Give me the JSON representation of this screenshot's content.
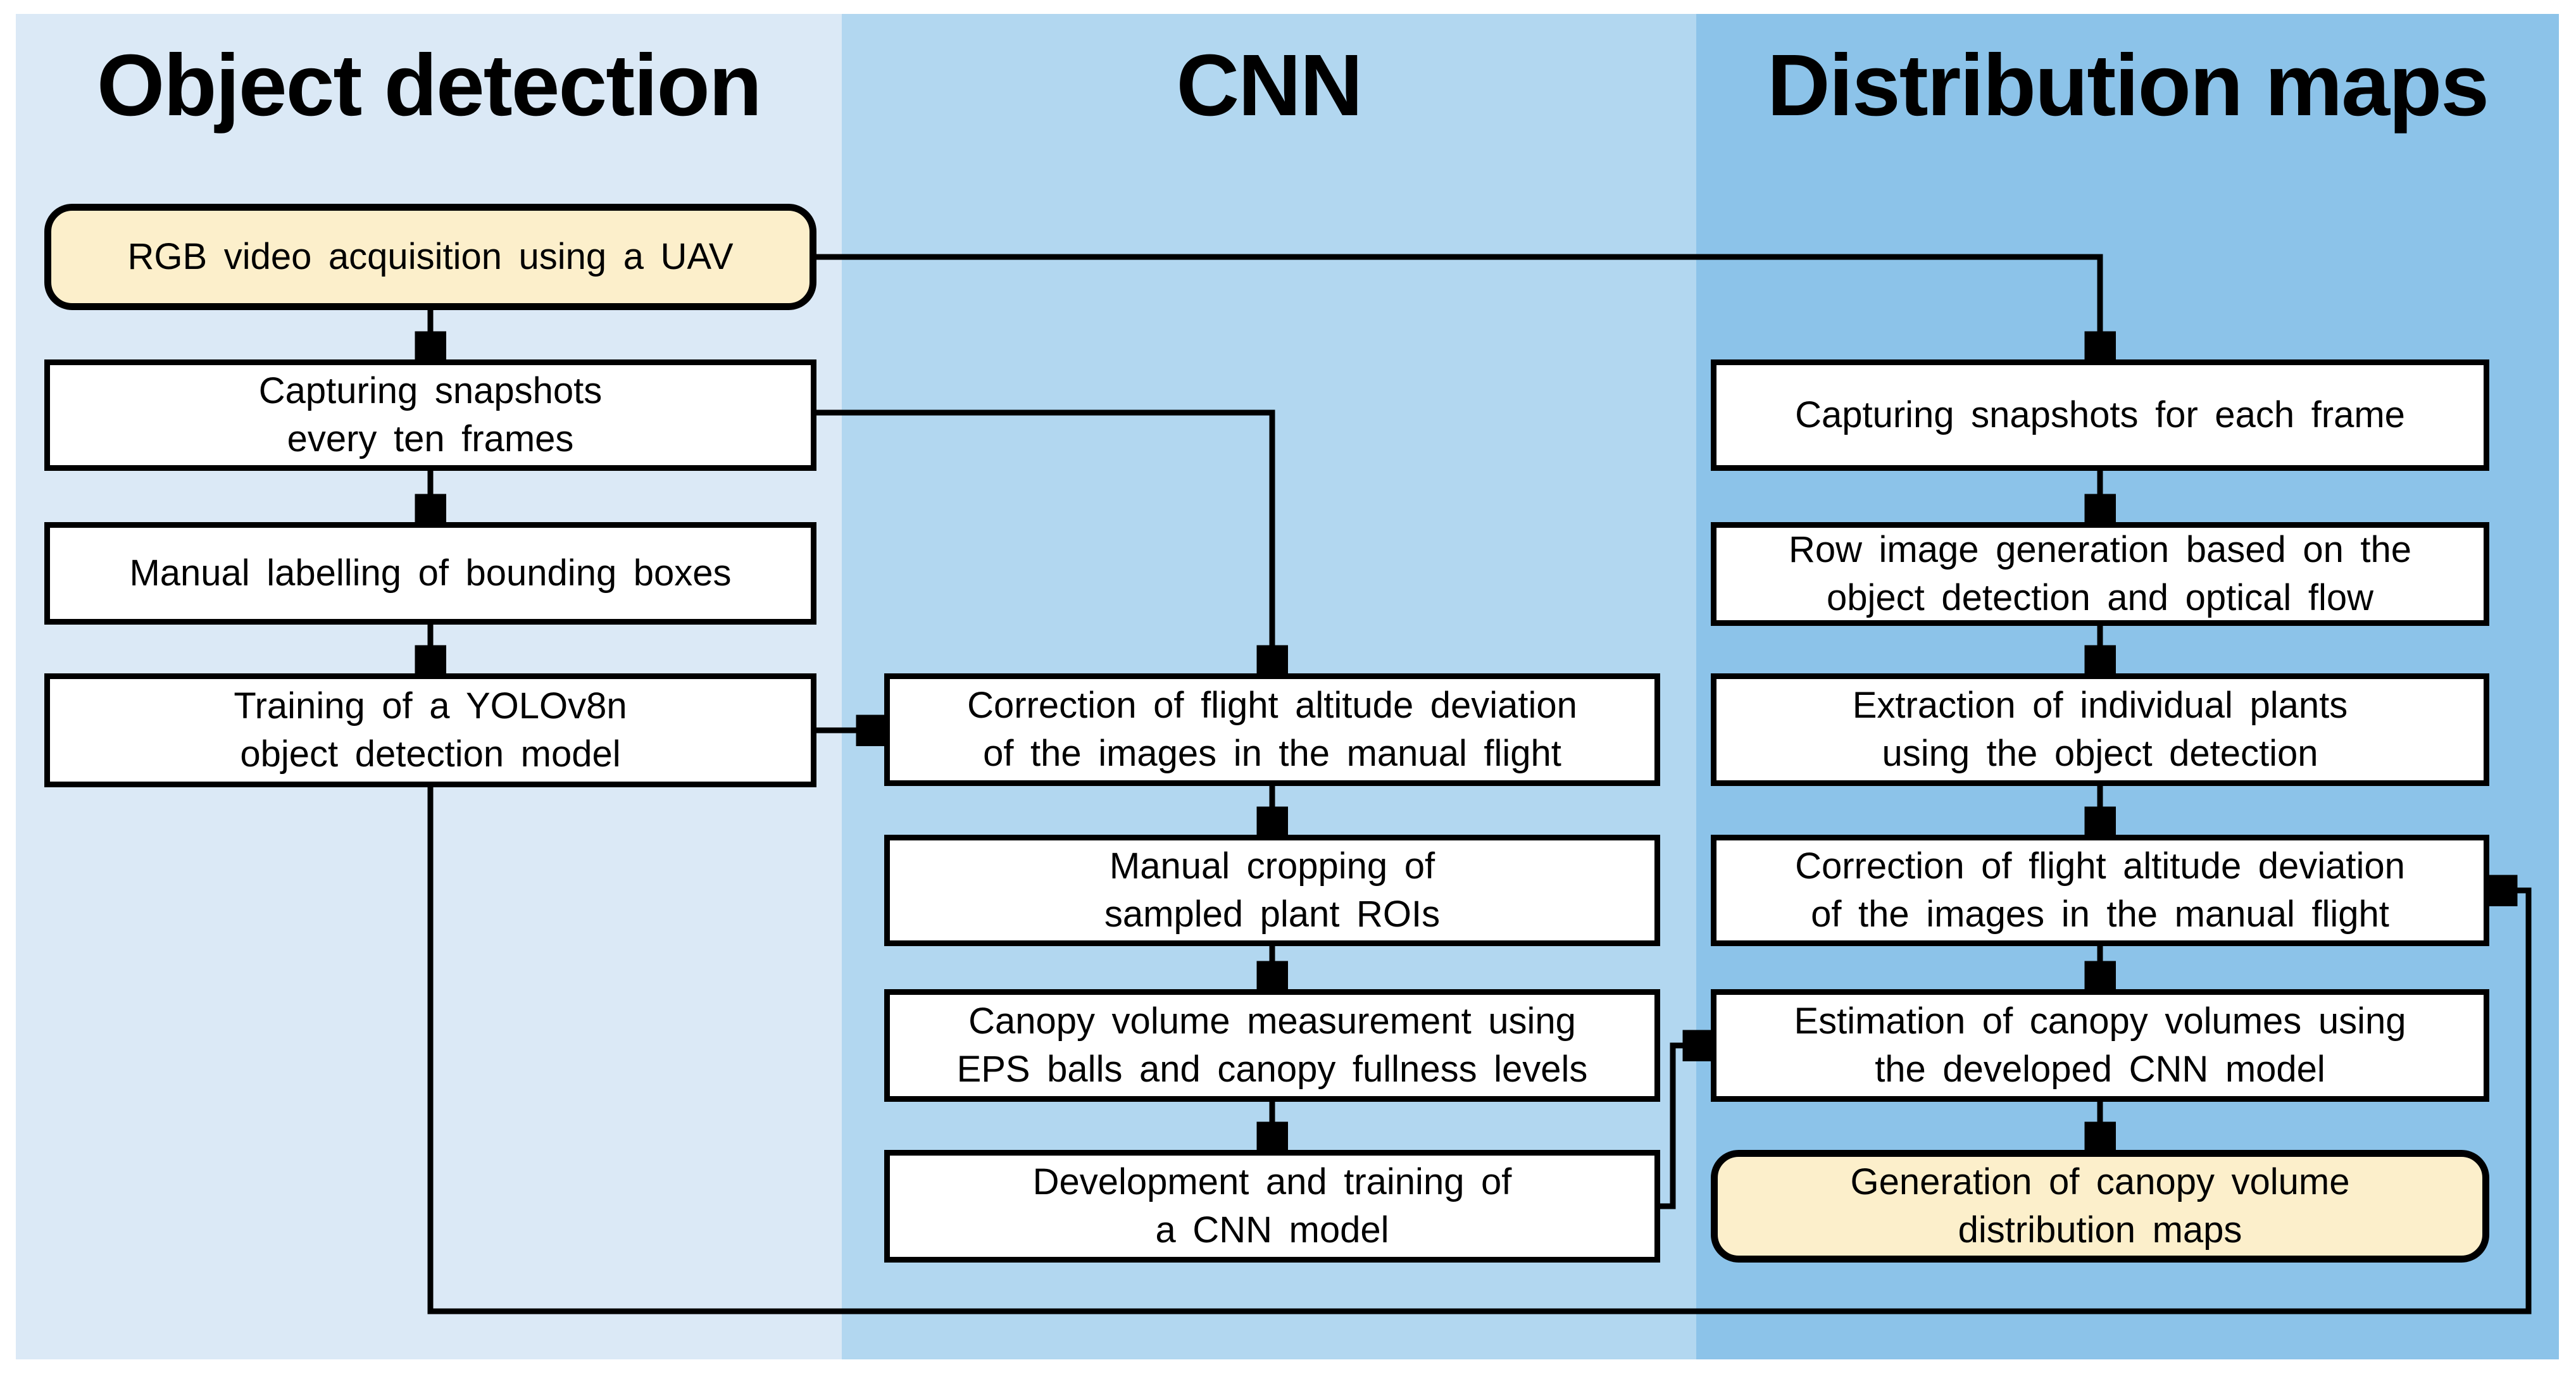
{
  "columns": [
    {
      "header": "Object detection",
      "nodes": [
        {
          "id": "rgb-video-acquisition",
          "type": "terminal",
          "lines": [
            "RGB video acquisition using a UAV"
          ]
        },
        {
          "id": "capturing-snapshots-ten-frames",
          "type": "process",
          "lines": [
            "Capturing snapshots",
            "every ten frames"
          ]
        },
        {
          "id": "manual-labelling",
          "type": "process",
          "lines": [
            "Manual labelling of bounding boxes"
          ]
        },
        {
          "id": "training-yolov8n",
          "type": "process",
          "lines": [
            "Training of a YOLOv8n",
            "object detection model"
          ]
        }
      ]
    },
    {
      "header": "CNN",
      "nodes": [
        {
          "id": "correction-altitude-manual",
          "type": "process",
          "lines": [
            "Correction of flight altitude deviation",
            "of the images in the manual flight"
          ]
        },
        {
          "id": "manual-cropping-rois",
          "type": "process",
          "lines": [
            "Manual cropping of",
            "sampled plant ROIs"
          ]
        },
        {
          "id": "canopy-volume-measurement",
          "type": "process",
          "lines": [
            "Canopy volume measurement using",
            "EPS balls and canopy fullness levels"
          ]
        },
        {
          "id": "development-training-cnn",
          "type": "process",
          "lines": [
            "Development and training of",
            "a CNN model"
          ]
        }
      ]
    },
    {
      "header": "Distribution maps",
      "nodes": [
        {
          "id": "capturing-snapshots-each-frame",
          "type": "process",
          "lines": [
            "Capturing snapshots for each frame"
          ]
        },
        {
          "id": "row-image-generation",
          "type": "process",
          "lines": [
            "Row image generation based on the",
            "object detection and optical flow"
          ]
        },
        {
          "id": "extraction-individual-plants",
          "type": "process",
          "lines": [
            "Extraction of individual plants",
            "using the object detection"
          ]
        },
        {
          "id": "correction-altitude-distribution",
          "type": "process",
          "lines": [
            "Correction of flight altitude deviation",
            "of the images in the manual flight"
          ]
        },
        {
          "id": "estimation-canopy-volumes",
          "type": "process",
          "lines": [
            "Estimation of canopy volumes using",
            "the developed CNN model"
          ]
        },
        {
          "id": "generation-distribution-maps",
          "type": "terminal",
          "lines": [
            "Generation of canopy volume",
            "distribution maps"
          ]
        }
      ]
    }
  ],
  "edges": [
    {
      "from": "rgb-video-acquisition",
      "to": "capturing-snapshots-ten-frames"
    },
    {
      "from": "rgb-video-acquisition",
      "to": "capturing-snapshots-each-frame"
    },
    {
      "from": "capturing-snapshots-ten-frames",
      "to": "manual-labelling"
    },
    {
      "from": "capturing-snapshots-ten-frames",
      "to": "correction-altitude-manual"
    },
    {
      "from": "manual-labelling",
      "to": "training-yolov8n"
    },
    {
      "from": "training-yolov8n",
      "to": "correction-altitude-manual"
    },
    {
      "from": "training-yolov8n",
      "to": "correction-altitude-distribution"
    },
    {
      "from": "correction-altitude-manual",
      "to": "manual-cropping-rois"
    },
    {
      "from": "manual-cropping-rois",
      "to": "canopy-volume-measurement"
    },
    {
      "from": "canopy-volume-measurement",
      "to": "development-training-cnn"
    },
    {
      "from": "development-training-cnn",
      "to": "estimation-canopy-volumes"
    },
    {
      "from": "capturing-snapshots-each-frame",
      "to": "row-image-generation"
    },
    {
      "from": "row-image-generation",
      "to": "extraction-individual-plants"
    },
    {
      "from": "extraction-individual-plants",
      "to": "correction-altitude-distribution"
    },
    {
      "from": "correction-altitude-distribution",
      "to": "estimation-canopy-volumes"
    },
    {
      "from": "estimation-canopy-volumes",
      "to": "generation-distribution-maps"
    }
  ],
  "colors": {
    "column_object_detection_bg": "#dbe9f6",
    "column_cnn_bg": "#b2d7f0",
    "column_distribution_bg": "#8cc3e9",
    "terminal_fill": "#fcefcb",
    "process_fill": "#ffffff",
    "line": "#000000"
  }
}
